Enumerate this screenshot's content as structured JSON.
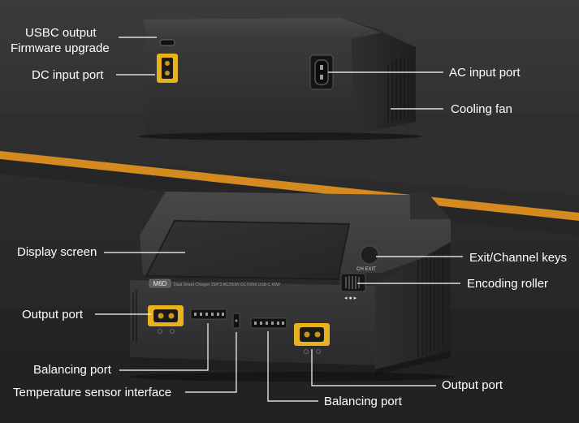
{
  "labels": {
    "usbc_output": "USBC output",
    "firmware_upgrade": "Firmware upgrade",
    "dc_input_port": "DC input port",
    "ac_input_port": "AC input port",
    "cooling_fan": "Cooling fan",
    "display_screen": "Display screen",
    "exit_channel_keys": "Exit/Channel keys",
    "encoding_roller": "Encoding roller",
    "output_port_left": "Output port",
    "balancing_port_left": "Balancing port",
    "temperature_sensor_interface": "Temperature sensor interface",
    "output_port_right": "Output port",
    "balancing_port_right": "Balancing port"
  },
  "device": {
    "brand_badge": "M6D",
    "model_text": "Dual Smart Charger  15A*2  AC250W  DC700W  USB-C  65W",
    "button_label": "CH EXIT"
  },
  "colors": {
    "background": "#2a2a2a",
    "accent_stripe": "#e8951f",
    "device_body": "#3a3a3c",
    "device_top": "#2e2e30",
    "screen": "#2b2b2d",
    "port_yellow": "#e6b21d",
    "label_text": "#ffffff"
  }
}
